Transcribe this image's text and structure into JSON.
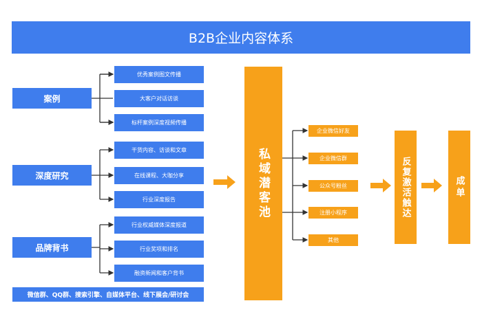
{
  "title": "B2B企业内容体系",
  "groups": [
    {
      "label": "案例",
      "items": [
        "优秀案例图文传播",
        "大客户对话访谈",
        "标杆案例深度视频传播"
      ]
    },
    {
      "label": "深度研究",
      "items": [
        "干货内容、访谈和文章",
        "在线课程、大咖分享",
        "行业深度报告"
      ]
    },
    {
      "label": "品牌背书",
      "items": [
        "行业权威媒体深度报道",
        "行业奖项和排名",
        "融资新闻和客户背书"
      ]
    }
  ],
  "channels": "微信群、QQ群、搜索引擎、自媒体平台、线下展会/研讨会",
  "pool": "私域潜客池",
  "pool_items": [
    "企业微信好友",
    "企业微信群",
    "公众号粉丝",
    "注册小程序",
    "其他"
  ],
  "reactivate": "反复激活触达",
  "deal": "成单",
  "colors": {
    "blue": "#3f7ded",
    "orange": "#f7a11a"
  }
}
